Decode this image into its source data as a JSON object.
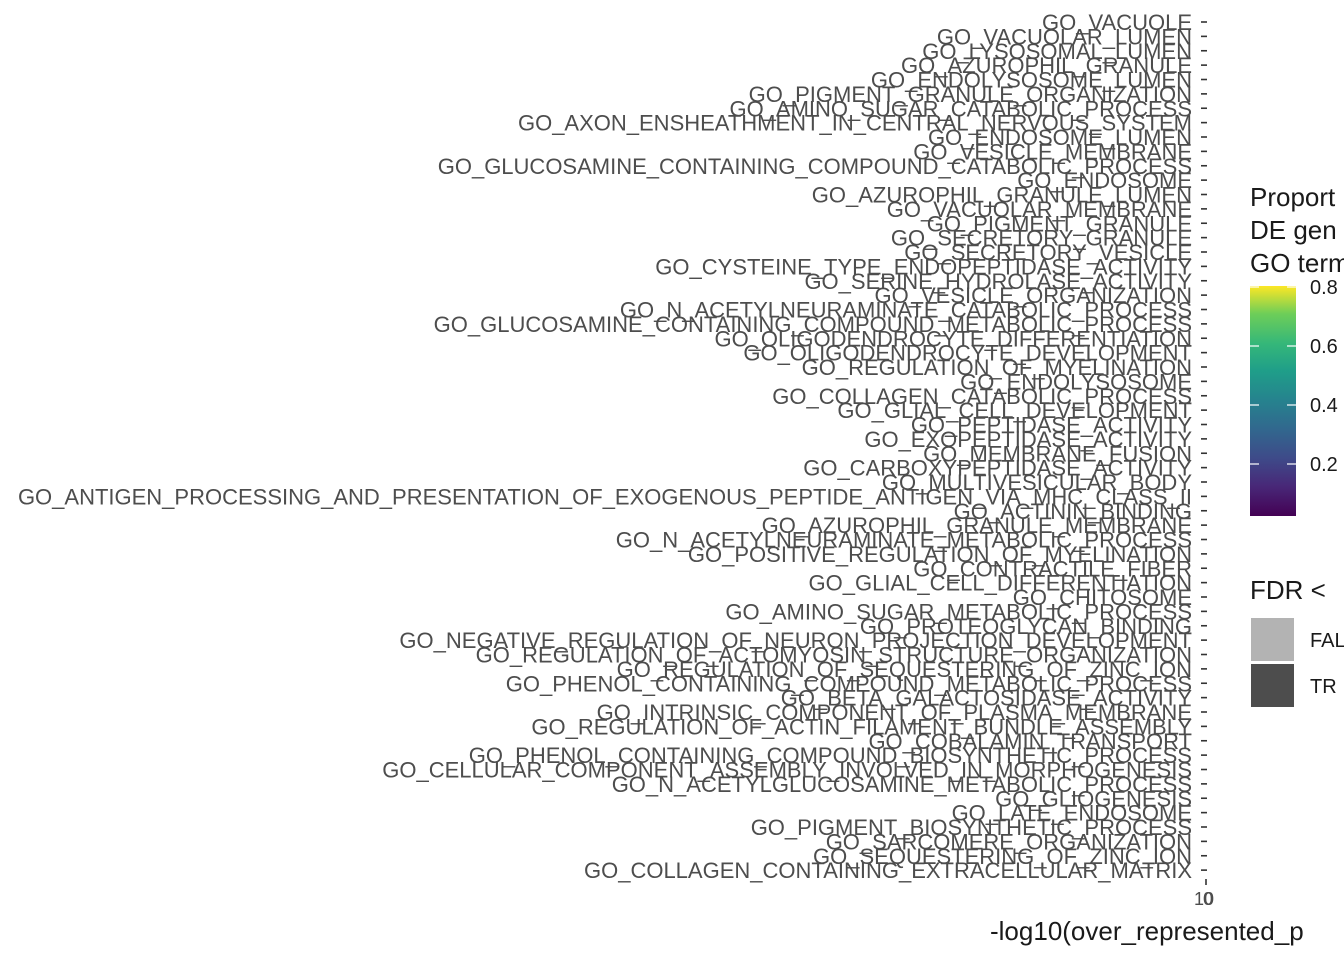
{
  "chart_data": {
    "type": "bar",
    "orientation": "horizontal",
    "categories": [
      "GO_VACUOLE",
      "GO_VACUOLAR_LUMEN",
      "GO_LYSOSOMAL_LUMEN",
      "GO_AZUROPHIL_GRANULE",
      "GO_ENDOLYSOSOME_LUMEN",
      "GO_PIGMENT_GRANULE_ORGANIZATION",
      "GO_AMINO_SUGAR_CATABOLIC_PROCESS",
      "GO_AXON_ENSHEATHMENT_IN_CENTRAL_NERVOUS_SYSTEM",
      "GO_ENDOSOME_LUMEN",
      "GO_VESICLE_MEMBRANE",
      "GO_GLUCOSAMINE_CONTAINING_COMPOUND_CATABOLIC_PROCESS",
      "GO_ENDOSOME",
      "GO_AZUROPHIL_GRANULE_LUMEN",
      "GO_VACUOLAR_MEMBRANE",
      "GO_PIGMENT_GRANULE",
      "GO_SECRETORY_GRANULE",
      "GO_SECRETORY_VESICLE",
      "GO_CYSTEINE_TYPE_ENDOPEPTIDASE_ACTIVITY",
      "GO_SERINE_HYDROLASE_ACTIVITY",
      "GO_VESICLE_ORGANIZATION",
      "GO_N_ACETYLNEURAMINATE_CATABOLIC_PROCESS",
      "GO_GLUCOSAMINE_CONTAINING_COMPOUND_METABOLIC_PROCESS",
      "GO_OLIGODENDROCYTE_DIFFERENTIATION",
      "GO_OLIGODENDROCYTE_DEVELOPMENT",
      "GO_REGULATION_OF_MYELINATION",
      "GO_ENDOLYSOSOME",
      "GO_COLLAGEN_CATABOLIC_PROCESS",
      "GO_GLIAL_CELL_DEVELOPMENT",
      "GO_PEPTIDASE_ACTIVITY",
      "GO_EXOPEPTIDASE_ACTIVITY",
      "GO_MEMBRANE_FUSION",
      "GO_CARBOXYPEPTIDASE_ACTIVITY",
      "GO_MULTIVESICULAR_BODY",
      "GO_ANTIGEN_PROCESSING_AND_PRESENTATION_OF_EXOGENOUS_PEPTIDE_ANTIGEN_VIA_MHC_CLASS_II",
      "GO_ACTININ_BINDING",
      "GO_AZUROPHIL_GRANULE_MEMBRANE",
      "GO_N_ACETYLNEURAMINATE_METABOLIC_PROCESS",
      "GO_POSITIVE_REGULATION_OF_MYELINATION",
      "GO_CONTRACTILE_FIBER",
      "GO_GLIAL_CELL_DIFFERENTIATION",
      "GO_CHITOSOME",
      "GO_AMINO_SUGAR_METABOLIC_PROCESS",
      "GO_PROTEOGLYCAN_BINDING",
      "GO_NEGATIVE_REGULATION_OF_NEURON_PROJECTION_DEVELOPMENT",
      "GO_REGULATION_OF_ACTOMYOSIN_STRUCTURE_ORGANIZATION",
      "GO_REGULATION_OF_SEQUESTERING_OF_ZINC_ION",
      "GO_PHENOL_CONTAINING_COMPOUND_METABOLIC_PROCESS",
      "GO_BETA_GALACTOSIDASE_ACTIVITY",
      "GO_INTRINSIC_COMPONENT_OF_PLASMA_MEMBRANE",
      "GO_REGULATION_OF_ACTIN_FILAMENT_BUNDLE_ASSEMBLY",
      "GO_COBALAMIN_TRANSPORT",
      "GO_PHENOL_CONTAINING_COMPOUND_BIOSYNTHETIC_PROCESS",
      "GO_CELLULAR_COMPONENT_ASSEMBLY_INVOLVED_IN_MORPHOGENESIS",
      "GO_N_ACETYLGLUCOSAMINE_METABOLIC_PROCESS",
      "GO_GLIOGENESIS",
      "GO_LATE_ENDOSOME",
      "GO_PIGMENT_BIOSYNTHETIC_PROCESS",
      "GO_SARCOMERE_ORGANIZATION",
      "GO_SEQUESTERING_OF_ZINC_ION",
      "GO_COLLAGEN_CONTAINING_EXTRACELLULAR_MATRIX"
    ],
    "x_ticks": [
      "10",
      "0"
    ],
    "xlabel": "-log10(over_represented_p",
    "grid": false,
    "legends": [
      {
        "kind": "colorbar",
        "title_lines": [
          "Proport",
          "DE gen",
          "GO term"
        ],
        "labels": [
          "0.8",
          "0.6",
          "0.4",
          "0.2"
        ],
        "palette": "viridis",
        "placement": "right"
      },
      {
        "kind": "fill",
        "title": "FDR <",
        "entries": [
          {
            "label": "FAL",
            "color": "#b3b3b3"
          },
          {
            "label": "TR",
            "color": "#4d4d4d"
          }
        ],
        "placement": "right"
      }
    ],
    "colors": {
      "axis": "#333333",
      "text": "#4d4d4d",
      "title": "#1a1a1a"
    }
  }
}
